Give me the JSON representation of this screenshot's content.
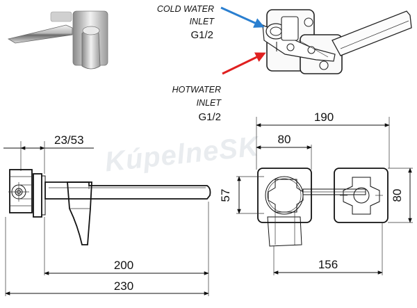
{
  "watermark": "KúpelneSK",
  "labels": {
    "cold_line1": "COLD WATER",
    "cold_line2": "INLET",
    "cold_thread": "G1/2",
    "hot_line1": "HOTWATER",
    "hot_line2": "INLET",
    "hot_thread": "G1/2"
  },
  "dimensions": {
    "wall_thickness": "23/53",
    "spout_reach": "200",
    "total_length": "230",
    "plate_total_width": "190",
    "plate_width": "80",
    "plate_height_left": "57",
    "plate_height_right": "80",
    "center_distance": "156"
  },
  "colors": {
    "cold_arrow": "#2a7fd0",
    "hot_arrow": "#e02020",
    "line": "#111111"
  }
}
